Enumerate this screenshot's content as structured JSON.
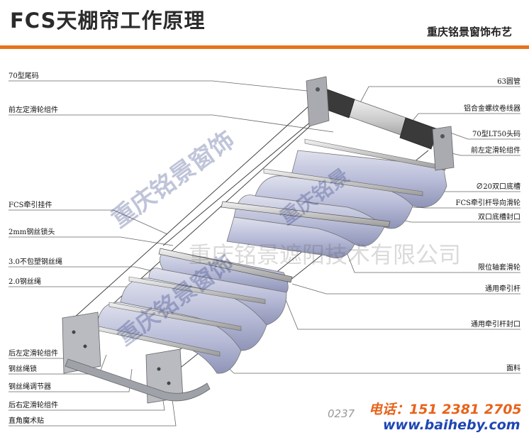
{
  "header": {
    "title": "FCS天棚帘工作原理",
    "company": "重庆铭景窗饰布艺"
  },
  "labels_left": [
    "70型尾码",
    "前左定滑轮组件",
    "FCS牵引挂件",
    "2mm钢丝锁头",
    "3.0不包塑钢丝绳",
    "2.0钢丝绳",
    "后左定滑轮组件",
    "钢丝绳锁",
    "钢丝绳调节器",
    "后右定滑轮组件",
    "直角魔术贴"
  ],
  "labels_right": [
    "63圆管",
    "铝合金螺纹卷线器",
    "70型LT50头码",
    "前左定滑轮组件",
    "∅20双口底槽",
    "FCS牵引杆导向滑轮",
    "双口底槽封口",
    "限位轴套滑轮",
    "通用牵引杆",
    "通用牵引杆封口",
    "面料"
  ],
  "watermarks": {
    "w1": "重庆铭景窗饰",
    "w2": "重庆铭景",
    "w3": "重庆铭景遮阳技术有限公司",
    "w4": "重庆铭景窗饰"
  },
  "footer": {
    "phone": "电话：151 2381 2705",
    "phone_partial": "0237",
    "website": "www.baiheby.com"
  },
  "colors": {
    "accent_bar": "#e8731a",
    "fabric": "#b7bbd6",
    "phone_text": "#e8621a",
    "website_text": "#1e46b4"
  }
}
